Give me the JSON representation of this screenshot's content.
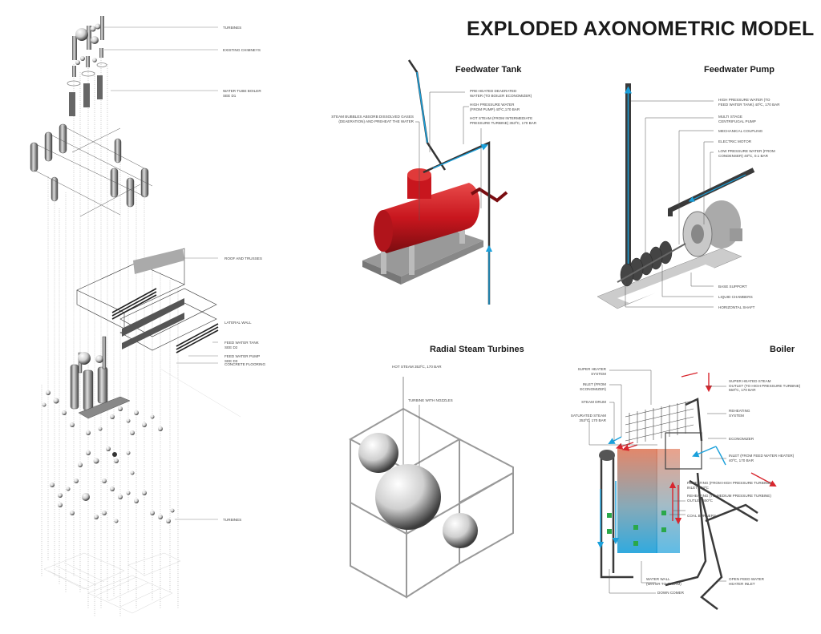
{
  "title": "EXPLODED AXONOMETRIC MODEL",
  "colors": {
    "tank_red": "#c8161e",
    "water_blue": "#1aa0db",
    "steam_red": "#d8262e",
    "pipe_dark": "#3a3a3a",
    "burner_green": "#2aa84a"
  },
  "exploded_model": {
    "labels": [
      {
        "text": "TURBINES"
      },
      {
        "text": "EXISTING CHIMNEYS"
      },
      {
        "text": "WATER TUBE BOILER\nSEE D1"
      },
      {
        "text": "ROOF AND TRUSSES"
      },
      {
        "text": "LATERAL WALL"
      },
      {
        "text": "FEED WATER TANK\nSEE D2"
      },
      {
        "text": "FEED WATER PUMP\nSEE D3"
      },
      {
        "text": "CONCRETE FLOORING"
      },
      {
        "text": "TURBINES"
      }
    ]
  },
  "panels": {
    "feedwater_tank": {
      "title": "Feedwater Tank",
      "labels": [
        {
          "text": "PRE-HEATED DEAERATED\nWATER (to boiler economizer)"
        },
        {
          "text": "HIGH PRESSURE WATER\n(from pump) 40ºC,170 bar"
        },
        {
          "text": "HOT STEAM (from intermediate\npressure turbine) 353ºC, 170 bar"
        },
        {
          "text": "STEAM BUBBLES ABSORB DISSOLVED GASES\n(deaeration) AND PREHEAT THE WATER"
        }
      ]
    },
    "feedwater_pump": {
      "title": "Feedwater Pump",
      "labels": [
        {
          "text": "HIGH PRESSURE WATER (to\nfeed water tank) 40ºC, 170 bar"
        },
        {
          "text": "MULTI STAGE\nCENTRIFUGAL PUMP"
        },
        {
          "text": "MECHANICAL COUPLING"
        },
        {
          "text": "ELECTRIC MOTOR"
        },
        {
          "text": "LOW PRESSURE WATER (from\ncondenser) 40ºC, 0.1 bar"
        },
        {
          "text": "BASE SUPPORT"
        },
        {
          "text": "LIQUID CHAMBERS"
        },
        {
          "text": "HORIZONTAL SHAFT"
        }
      ]
    },
    "radial_turbines": {
      "title": "Radial Steam Turbines",
      "labels": [
        {
          "text": "HOT STEAM 353ºC, 170 bar"
        },
        {
          "text": "TURBINE WITH NOZZLES"
        }
      ]
    },
    "boiler": {
      "title": "Boiler",
      "labels": [
        {
          "text": "SUPER HEATER\nSYSTEM"
        },
        {
          "text": "INLET (from\neconomizer)"
        },
        {
          "text": "STEAM DRUM"
        },
        {
          "text": "SATURATED STEAM\n353ºC, 170 bar"
        },
        {
          "text": "SUPER HEATED STEAM\nOUTLET (to high pressure turbine)\n550ºC, 170 bar"
        },
        {
          "text": "REHEATING\nSYSTEM"
        },
        {
          "text": "ECONOMIZER"
        },
        {
          "text": "INLET (from feed water heater)\n40ºC, 170 bar"
        },
        {
          "text": "REHEATING (from high pressure turbine)\nINLET 353ºC"
        },
        {
          "text": "REHEATING (to medium pressure turbine)\nOUTLET 550ºC"
        },
        {
          "text": "COAL BURNERS"
        },
        {
          "text": "WATER WALL\n(water to steam)"
        },
        {
          "text": "DOWN COMER"
        },
        {
          "text": "OPEN FEED WATER\nHEATER INLET"
        }
      ]
    }
  }
}
